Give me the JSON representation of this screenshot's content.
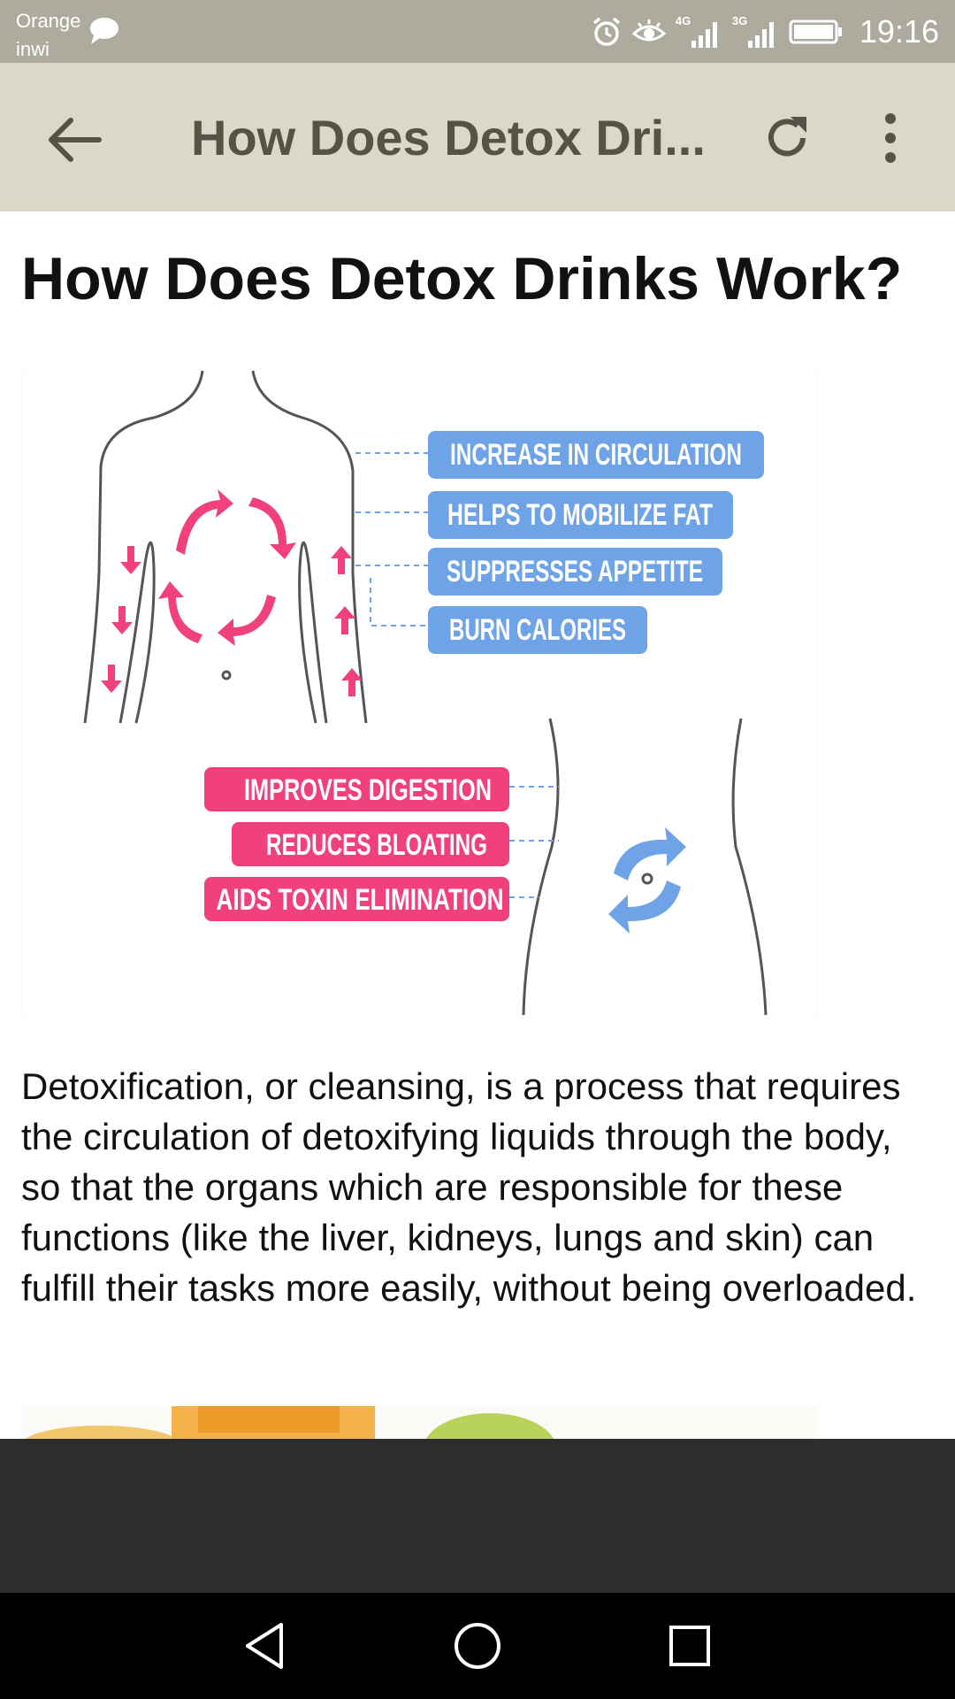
{
  "status_bar": {
    "carrier_line1": "Orange",
    "carrier_line2": "inwi",
    "network_1": "4G",
    "network_2": "3G",
    "time": "19:16"
  },
  "app_bar": {
    "title": "How Does Detox Dri...",
    "back_icon": "arrow-left",
    "refresh_icon": "refresh",
    "more_icon": "more-vertical"
  },
  "article": {
    "title": "How Does Detox Drinks Work?",
    "body": "Detoxification, or cleansing, is a process that requires the circulation of detoxifying liquids through the body, so that the organs which are responsible for these functions (like the liver, kidneys, lungs and skin) can fulfill their tasks more easily, without being overloaded."
  },
  "infographic": {
    "blue_labels": [
      "INCREASE IN CIRCULATION",
      "HELPS TO MOBILIZE FAT",
      "SUPPRESSES APPETITE",
      "BURN CALORIES"
    ],
    "pink_labels": [
      "IMPROVES DIGESTION",
      "REDUCES BLOATING",
      "AIDS TOXIN ELIMINATION"
    ],
    "colors": {
      "blue": "#6fa3e8",
      "pink": "#f0417a",
      "outline": "#555555"
    }
  },
  "colors": {
    "status_bar": "#adaa9e",
    "app_bar": "#dcd8c7",
    "app_bar_text": "#555247",
    "ad_area": "#2d2d2d",
    "nav_bar": "#000000"
  }
}
